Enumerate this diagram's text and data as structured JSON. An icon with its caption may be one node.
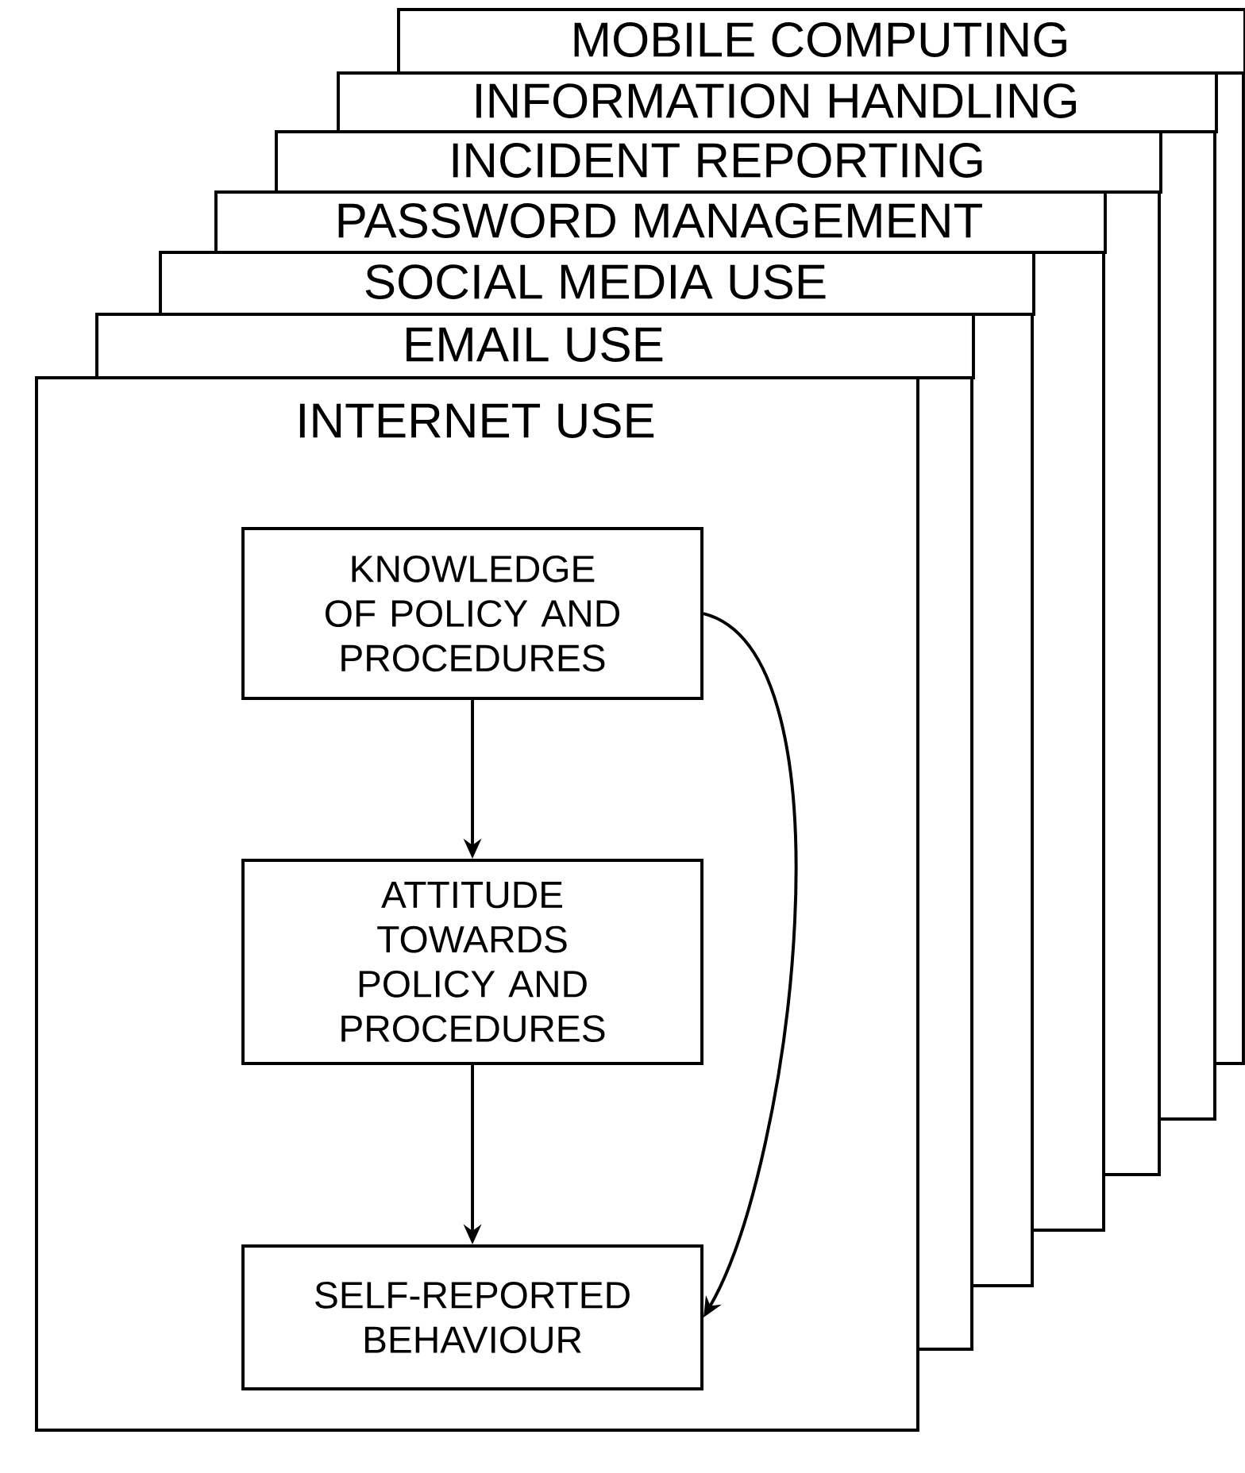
{
  "diagram": {
    "nodes": [
      {
        "text": [
          "MOBILE COMPUTING"
        ]
      },
      {
        "text": [
          "INFORMATION HANDLING"
        ]
      },
      {
        "text": [
          "INCIDENT REPORTING"
        ]
      },
      {
        "text": [
          "PASSWORD MANAGEMENT"
        ]
      },
      {
        "text": [
          "SOCIAL MEDIA USE"
        ]
      },
      {
        "text": [
          "EMAIL USE"
        ]
      },
      {
        "text": [
          "INTERNET USE"
        ]
      },
      {
        "text": [
          "KNOWLEDGE OF POLICY AND PROCEDURES"
        ],
        "in": 6
      },
      {
        "text": [
          "ATTITUDE TOWARDS POLICY AND PROCEDURES"
        ],
        "in": 6
      },
      {
        "text": [
          "SELF-REPORTED BEHAVIOUR"
        ],
        "in": 6
      }
    ],
    "edges": [
      {
        "from": 7,
        "to": 8,
        "arrow": "to"
      },
      {
        "from": 8,
        "to": 9,
        "arrow": "to"
      },
      {
        "from": 7,
        "to": 9,
        "arrow": "to"
      }
    ]
  }
}
